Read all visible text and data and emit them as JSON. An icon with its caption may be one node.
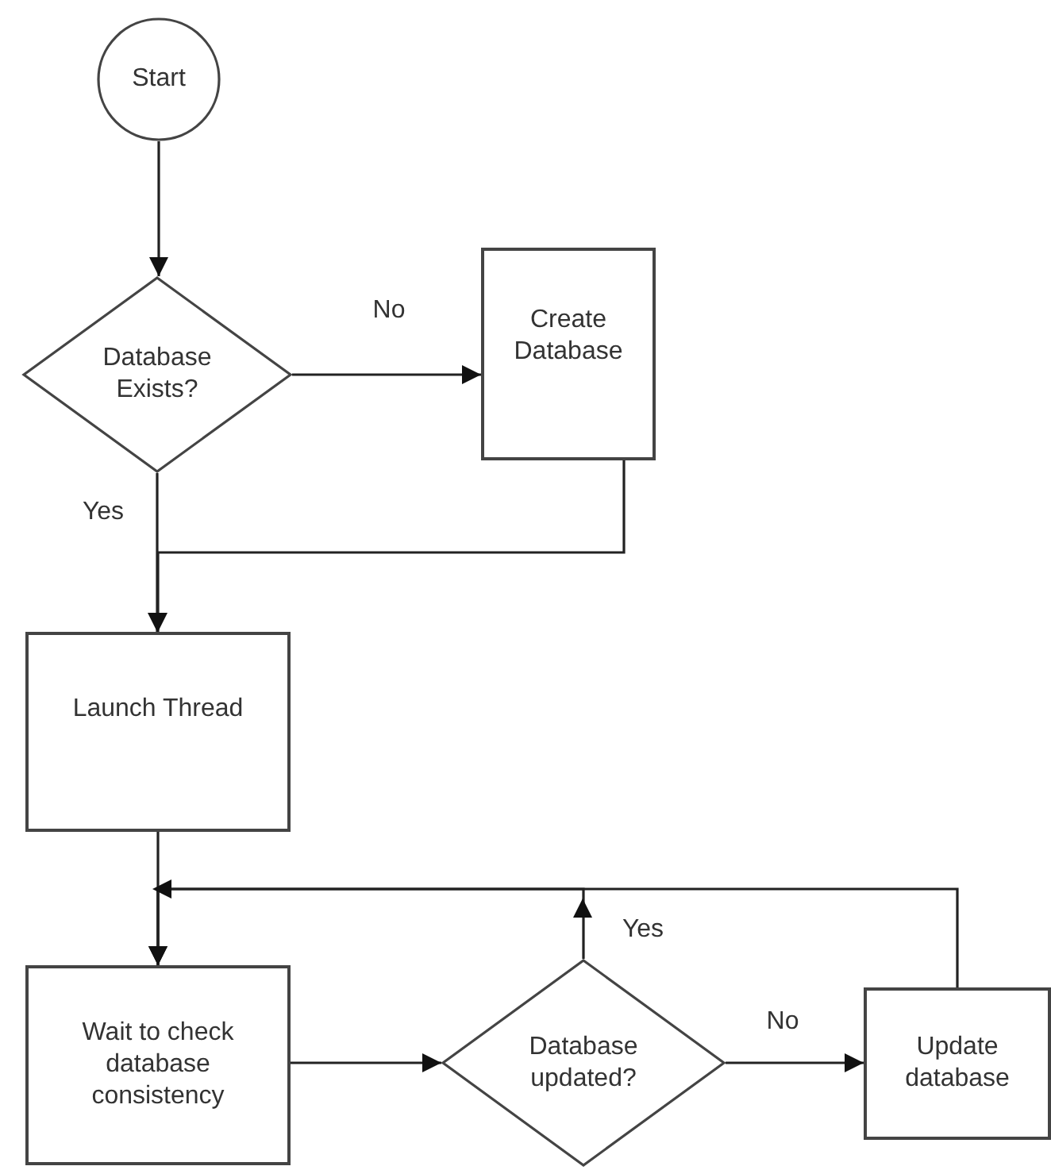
{
  "diagram": {
    "nodes": [
      {
        "text": [
          "Start"
        ]
      },
      {
        "text": [
          "Database Exists?"
        ]
      },
      {
        "text": [
          "Create Database"
        ]
      },
      {
        "text": [
          "Launch Thread"
        ]
      },
      {
        "text": [
          "Wait to check database consistency"
        ]
      },
      {
        "text": [
          "Database updated?"
        ]
      },
      {
        "text": [
          "Update database"
        ]
      }
    ],
    "edges": [
      {
        "from": 0,
        "to": 1,
        "arrow": "to"
      },
      {
        "from": 1,
        "to": 2,
        "arrow": "to",
        "label": "No"
      },
      {
        "from": 1,
        "to": 3,
        "arrow": "to",
        "label": "Yes"
      },
      {
        "from": 2,
        "to": 3,
        "arrow": "to"
      },
      {
        "from": 3,
        "to": 4,
        "arrow": "to"
      },
      {
        "from": 4,
        "to": 5,
        "arrow": "to"
      },
      {
        "from": 5,
        "to": 4,
        "arrow": "to",
        "label": "Yes"
      },
      {
        "from": 5,
        "to": 6,
        "arrow": "to",
        "label": "No"
      },
      {
        "from": 6,
        "to": 4,
        "arrow": "to"
      }
    ]
  }
}
